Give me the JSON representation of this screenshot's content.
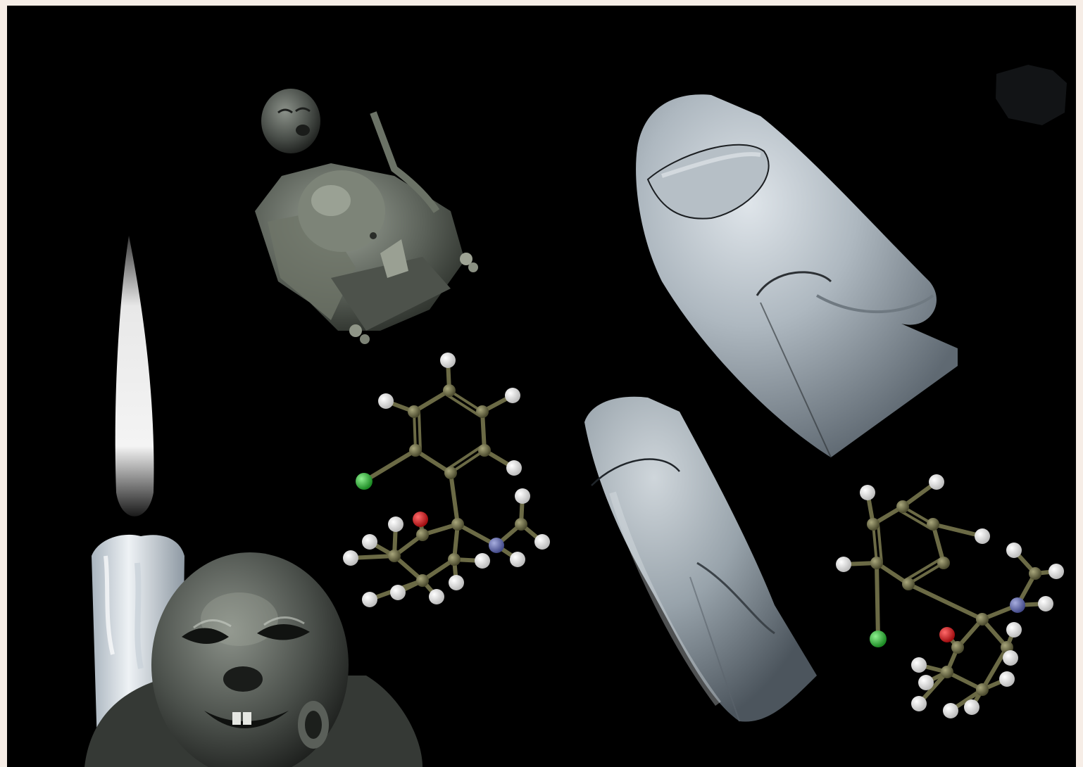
{
  "artwork": {
    "colors": {
      "frame": "#f6ede6",
      "background": "#000000",
      "stone_light": "#b9c2c8",
      "stone_mid": "#8f9aa2",
      "stone_dark": "#4e5660",
      "jade_light": "#8a9186",
      "jade_dark": "#2e322e",
      "candle": "#dfe6ec",
      "bond": "#6b6a45",
      "carbon": "#6e6c48",
      "hydrogen": "#f2f2f2",
      "oxygen": "#e0191f",
      "nitrogen": "#6d74b6",
      "chlorine": "#36c43e"
    },
    "objects": [
      {
        "name": "laughing-buddha-figurine-small"
      },
      {
        "name": "laughing-buddha-figurine-large"
      },
      {
        "name": "white-candle"
      },
      {
        "name": "hooded-stone-figure-large"
      },
      {
        "name": "hooded-stone-figure-small"
      },
      {
        "name": "ketamine-molecule-model",
        "count": 2
      }
    ]
  }
}
